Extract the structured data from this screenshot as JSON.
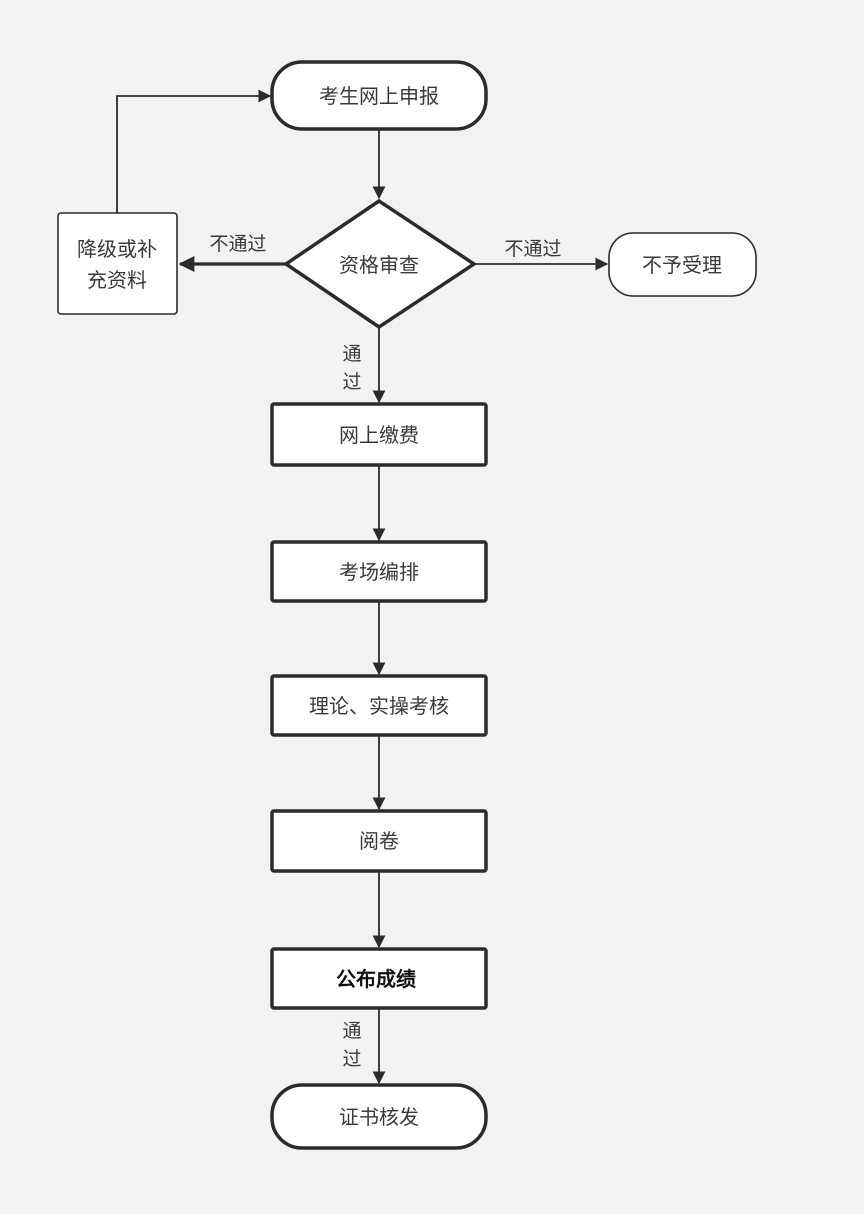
{
  "nodes": {
    "apply": "考生网上申报",
    "review": "资格审查",
    "supplement_line1": "降级或补",
    "supplement_line2": "充资料",
    "reject": "不予受理",
    "pay": "网上缴费",
    "arrange": "考场编排",
    "exam": "理论、实操考核",
    "grade": "阅卷",
    "publish": "公布成绩",
    "certificate": "证书核发"
  },
  "edges": {
    "fail_left": "不通过",
    "fail_right": "不通过",
    "pass_review_1": "通",
    "pass_review_2": "过",
    "pass_publish_1": "通",
    "pass_publish_2": "过"
  },
  "colors": {
    "background": "#f2f2f2",
    "node_fill": "#ffffff",
    "stroke": "#2b2b2b",
    "text": "#3a3a3a"
  }
}
